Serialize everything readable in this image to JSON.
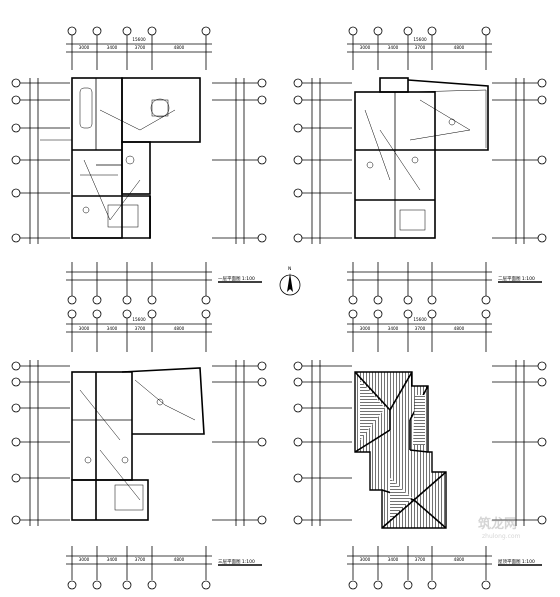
{
  "dims_top": [
    "3000",
    "3400",
    "3700",
    "4800"
  ],
  "dims_total": "15600",
  "titles": {
    "plan1": "一层平面图 1:100",
    "plan2": "二层平面图 1:100",
    "plan3": "三层平面图 1:100",
    "plan4": "屋顶平面图 1:100"
  },
  "north_label": "N",
  "watermark": "zhulong.com"
}
